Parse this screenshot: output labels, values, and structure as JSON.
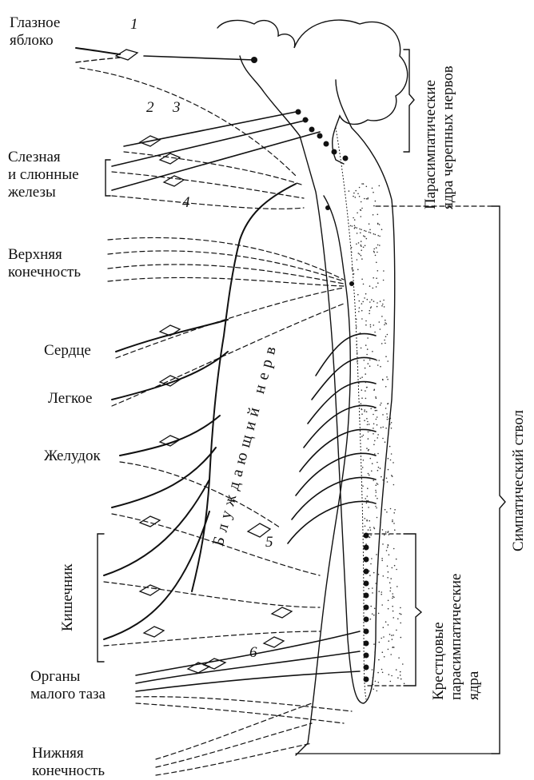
{
  "labels": {
    "eye": [
      "Глазное",
      "яблоко"
    ],
    "glands": [
      "Слезная",
      "и слюнные",
      "железы"
    ],
    "upper_limb": [
      "Верхняя",
      "конечность"
    ],
    "heart": "Сердце",
    "lung": "Легкое",
    "stomach": "Желудок",
    "intestine": "Кишечник",
    "pelvic": [
      "Органы",
      "малого таза"
    ],
    "lower_limb": [
      "Нижняя",
      "конечность"
    ]
  },
  "numbers": [
    "1",
    "2",
    "3",
    "4",
    "5",
    "6"
  ],
  "right_labels": {
    "cranial": [
      "Парасимпатические",
      "ядра черепных нервов"
    ],
    "sympathetic_trunk": "Симпатический ствол",
    "sacral": [
      "Крестцовые",
      "парасимпатические",
      "ядра"
    ]
  },
  "vagus_nerve": "Блуждающий нерв"
}
